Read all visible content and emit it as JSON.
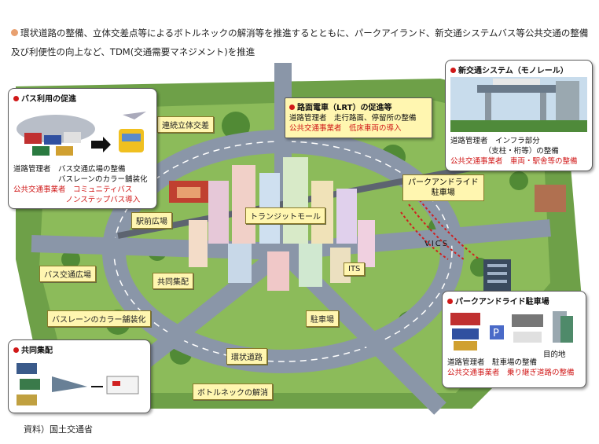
{
  "intro": "環状道路の整備、立体交差点等によるボトルネックの解消等を推進するとともに、パークアイランド、新交通システムバス等公共交通の整備及び利便性の向上など、TDM(交通需要マネジメント)を推進",
  "callouts": {
    "overpass": "連続立体交差",
    "station": "駅前広場",
    "transit_mall": "トランジットモール",
    "bus_plaza": "バス交通広場",
    "joint_delivery": "共同集配",
    "its": "ITS",
    "parking": "駐車場",
    "buslane": "バスレーンのカラー舗装化",
    "ring": "環状道路",
    "bottleneck": "ボトルネックの解消",
    "vics": "VICS",
    "park_ride": "パークアンドライド\n駐車場"
  },
  "box_bus": {
    "title": "バス利用の促進",
    "l1": "道路管理者　バス交通広場の整備",
    "l2": "　　　　　　バスレーンのカラー舗装化",
    "l3": "公共交通事業者　コミュニティバス",
    "l4": "　　　　　　　ノンステップバス導入"
  },
  "box_lrt": {
    "title": "路面電車（LRT）の促進等",
    "l1": "道路管理者　走行路面、停留所の整備",
    "l2": "公共交通事業者　低床車両の導入"
  },
  "box_mono": {
    "title": "新交通システム（モノレール）",
    "l1": "道路管理者　インフラ部分",
    "l2": "　　　　　（支柱・桁等）の整備",
    "l3": "公共交通事業者　車両・駅舎等の整備"
  },
  "box_delivery": {
    "title": "共同集配"
  },
  "box_pr": {
    "title": "パークアンドライド駐車場",
    "dest": "目的地",
    "l1": "道路管理者　駐車場の整備",
    "l2": "公共交通事業者　乗り継ぎ道路の整備"
  },
  "source": "資料）国土交通省",
  "colors": {
    "accent": "#d01818",
    "callout_bg": "#fff6b0",
    "road": "#7a8aa0",
    "green": "#4f8a3a"
  }
}
